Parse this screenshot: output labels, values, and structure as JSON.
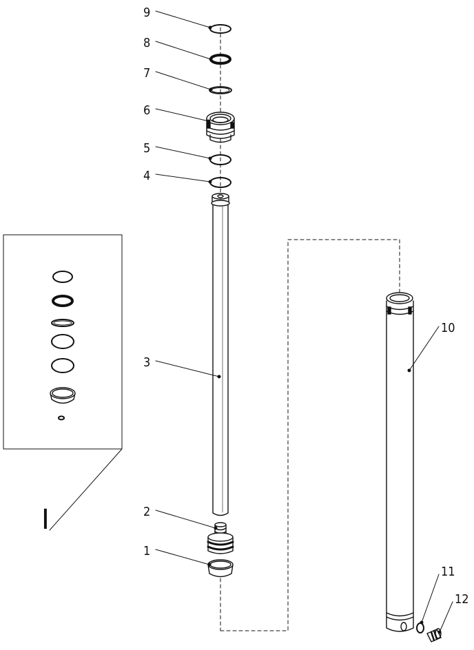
{
  "diagram": {
    "callouts": [
      {
        "id": "9",
        "label": "9"
      },
      {
        "id": "8",
        "label": "8"
      },
      {
        "id": "7",
        "label": "7"
      },
      {
        "id": "6",
        "label": "6"
      },
      {
        "id": "5",
        "label": "5"
      },
      {
        "id": "4",
        "label": "4"
      },
      {
        "id": "3",
        "label": "3"
      },
      {
        "id": "2",
        "label": "2"
      },
      {
        "id": "1",
        "label": "1"
      },
      {
        "id": "10",
        "label": "10"
      },
      {
        "id": "11",
        "label": "11"
      },
      {
        "id": "12",
        "label": "12"
      }
    ],
    "kit": {
      "label": "I"
    },
    "colors": {
      "line": "#111111",
      "fill": "#ffffff",
      "shade": "#e9e9e9"
    }
  }
}
